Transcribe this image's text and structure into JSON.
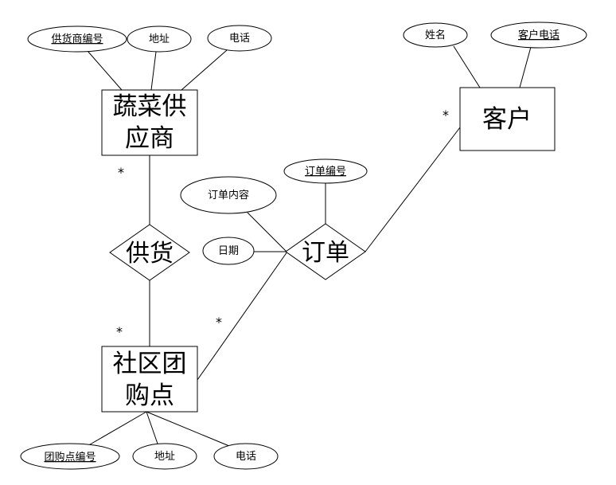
{
  "entities": {
    "supplier": {
      "line1": "蔬菜供",
      "line2": "应商"
    },
    "customer": {
      "label": "客户"
    },
    "community": {
      "line1": "社区团",
      "line2": "购点"
    }
  },
  "relationships": {
    "supply": {
      "label": "供货"
    },
    "order": {
      "label": "订单"
    }
  },
  "attributes": {
    "supplier_id": {
      "label": "供货商编号",
      "key": true
    },
    "supplier_address": {
      "label": "地址",
      "key": false
    },
    "supplier_phone": {
      "label": "电话",
      "key": false
    },
    "customer_name": {
      "label": "姓名",
      "key": false
    },
    "customer_phone": {
      "label": "客户电话",
      "key": true
    },
    "order_content": {
      "label": "订单内容",
      "key": false
    },
    "order_id": {
      "label": "订单编号",
      "key": true
    },
    "order_date": {
      "label": "日期",
      "key": false
    },
    "community_id": {
      "label": "团购点编号",
      "key": true
    },
    "community_address": {
      "label": "地址",
      "key": false
    },
    "community_phone": {
      "label": "电话",
      "key": false
    }
  },
  "cardinality": {
    "supplier_supply": "*",
    "community_supply": "*",
    "community_order": "*",
    "customer_order": "*"
  }
}
